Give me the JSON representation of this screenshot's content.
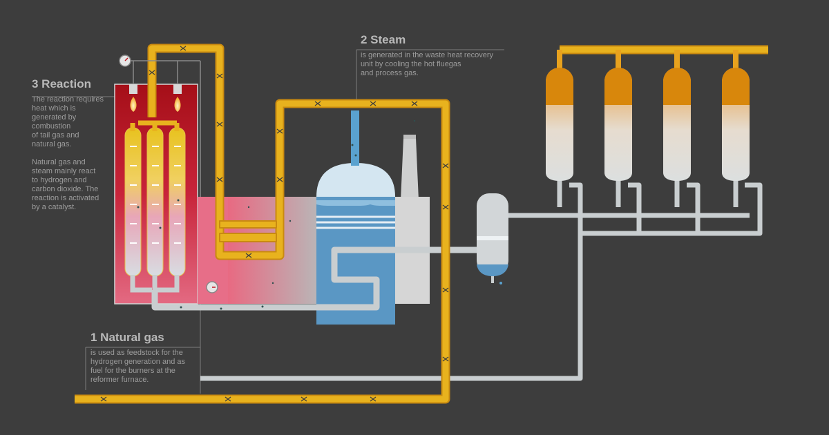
{
  "callouts": {
    "reaction": {
      "title": "3 Reaction",
      "text_1": "The reaction requires\nheat which is\ngenerated by\ncombustion\nof tail gas and\nnatural gas.",
      "text_2": "Natural gas and\nsteam mainly react\nto hydrogen and\ncarbon dioxide. The\nreaction is activated\nby a catalyst."
    },
    "steam": {
      "title": "2 Steam",
      "text": "is generated in the waste heat recovery\nunit by cooling the hot fluegas\nand process gas."
    },
    "natural_gas": {
      "title": "1 Natural gas",
      "text": "is used as feedstock for the\nhydrogen generation and as\nfuel for the burners at the\nreformer furnace."
    }
  },
  "colors": {
    "background": "#3d3d3d",
    "gas_pipe": "#e8b21e",
    "gas_pipe_edge": "#d08a10",
    "grey_pipe": "#c9ced0",
    "furnace_red": "#b8121c",
    "steam_blue": "#5a97c4",
    "adsorber_orange": "#d8870c",
    "adsorber_body": "#d9dcdc"
  }
}
